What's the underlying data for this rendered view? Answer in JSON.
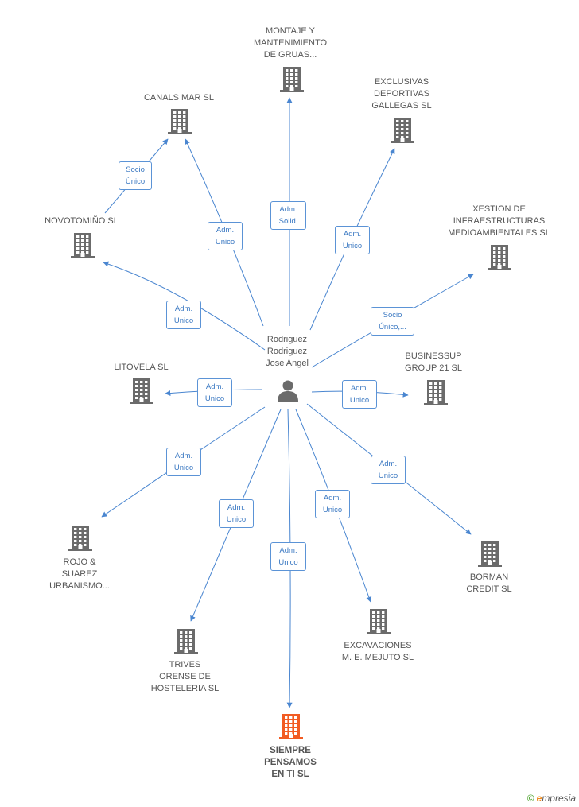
{
  "center_person": {
    "name": "Rodriguez\nRodriguez\nJose Angel",
    "icon": "person-icon"
  },
  "colors": {
    "edge": "#4a86d0",
    "building": "#6b6b6b",
    "main_building": "#f25b22",
    "relation_border": "#5b93d6",
    "relation_text": "#3a78c2"
  },
  "companies": [
    {
      "id": "montaje",
      "label": "MONTAJE Y\nMANTENIMIENTO\nDE GRUAS...",
      "icon": "building-icon"
    },
    {
      "id": "canals",
      "label": "CANALS MAR SL",
      "icon": "building-icon"
    },
    {
      "id": "exclusivas",
      "label": "EXCLUSIVAS\nDEPORTIVAS\nGALLEGAS SL",
      "icon": "building-icon"
    },
    {
      "id": "novotomino",
      "label": "NOVOTOMIÑO SL",
      "icon": "building-icon"
    },
    {
      "id": "xestion",
      "label": "XESTION DE\nINFRAESTRUCTURAS\nMEDIOAMBIENTALES SL",
      "icon": "building-icon"
    },
    {
      "id": "litovela",
      "label": "LITOVELA SL",
      "icon": "building-icon"
    },
    {
      "id": "businessup",
      "label": "BUSINESSUP\nGROUP 21 SL",
      "icon": "building-icon"
    },
    {
      "id": "rojo",
      "label": "ROJO &\nSUAREZ\nURBANISMO...",
      "icon": "building-icon"
    },
    {
      "id": "borman",
      "label": "BORMAN\nCREDIT SL",
      "icon": "building-icon"
    },
    {
      "id": "excavaciones",
      "label": "EXCAVACIONES\nM.  E. MEJUTO SL",
      "icon": "building-icon"
    },
    {
      "id": "trives",
      "label": "TRIVES\nORENSE DE\nHOSTELERIA SL",
      "icon": "building-icon"
    },
    {
      "id": "siempre",
      "label": "SIEMPRE\nPENSAMOS\nEN TI SL",
      "icon": "building-icon",
      "highlight": true
    }
  ],
  "relations": [
    {
      "from": "person",
      "to": "montaje",
      "label": "Adm.\nSolid."
    },
    {
      "from": "person",
      "to": "canals",
      "label": "Adm.\nUnico"
    },
    {
      "from": "person",
      "to": "exclusivas",
      "label": "Adm.\nUnico"
    },
    {
      "from": "novotomino",
      "to": "canals",
      "label": "Socio\nÚnico"
    },
    {
      "from": "person",
      "to": "novotomino",
      "label": "Adm.\nUnico"
    },
    {
      "from": "person",
      "to": "xestion",
      "label": "Socio\nÚnico,..."
    },
    {
      "from": "person",
      "to": "litovela",
      "label": "Adm.\nUnico"
    },
    {
      "from": "person",
      "to": "businessup",
      "label": "Adm.\nUnico"
    },
    {
      "from": "person",
      "to": "rojo",
      "label": "Adm.\nUnico"
    },
    {
      "from": "person",
      "to": "borman",
      "label": "Adm.\nUnico"
    },
    {
      "from": "person",
      "to": "excavaciones",
      "label": "Adm.\nUnico"
    },
    {
      "from": "person",
      "to": "trives",
      "label": "Adm.\nUnico"
    },
    {
      "from": "person",
      "to": "siempre",
      "label": "Adm.\nUnico"
    }
  ],
  "footer": {
    "copyright": "©",
    "brand_initial": "e",
    "brand_rest": "mpresia"
  }
}
